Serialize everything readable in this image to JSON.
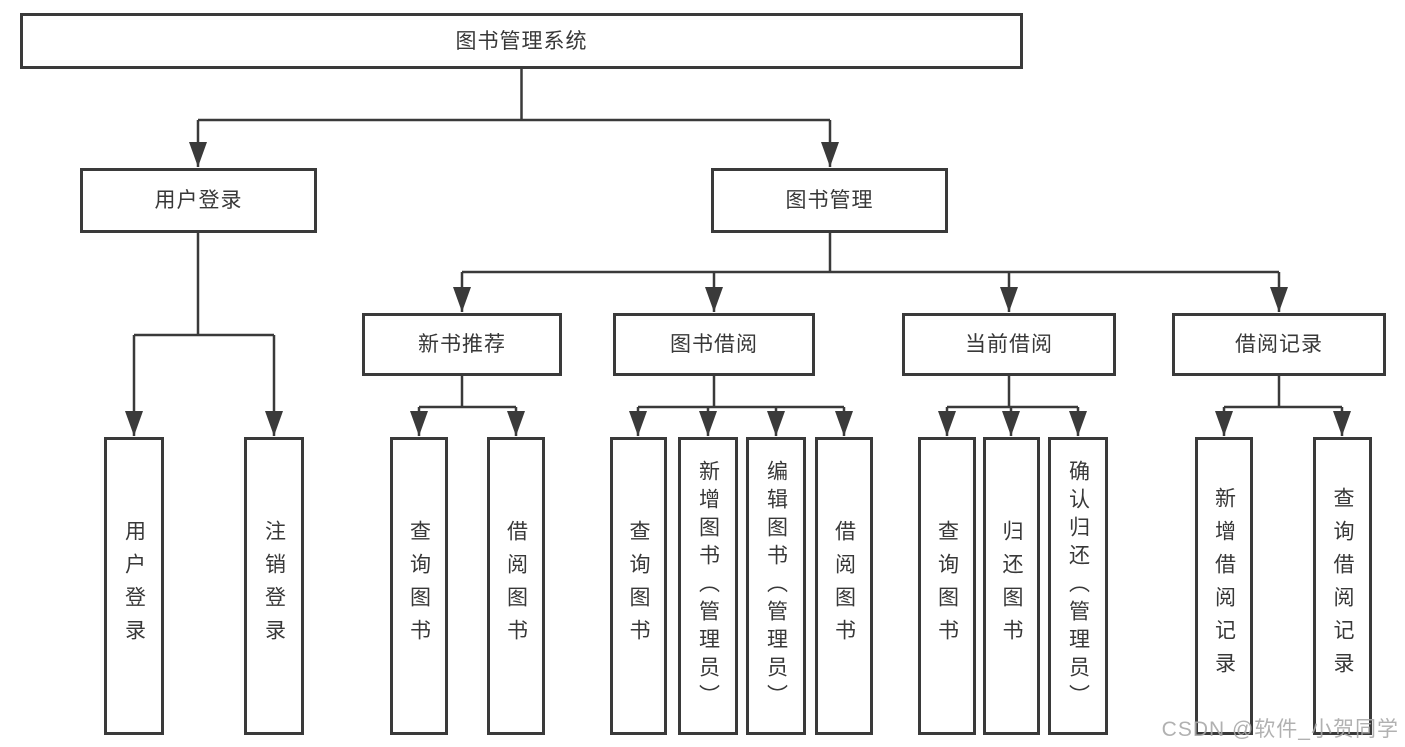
{
  "diagram": {
    "type": "tree",
    "colors": {
      "line": "#3a3a3a",
      "box_border": "#3a3a3a",
      "text": "#383838",
      "background": "#ffffff",
      "watermark": "#a8a8a8"
    }
  },
  "tree": {
    "root": {
      "label": "图书管理系统",
      "children": [
        {
          "label": "用户登录",
          "children": [
            {
              "label": "用户登录"
            },
            {
              "label": "注销登录"
            }
          ]
        },
        {
          "label": "图书管理",
          "children": [
            {
              "label": "新书推荐",
              "children": [
                {
                  "label": "查询图书"
                },
                {
                  "label": "借阅图书"
                }
              ]
            },
            {
              "label": "图书借阅",
              "children": [
                {
                  "label": "查询图书"
                },
                {
                  "label": "新增图书（管理员）"
                },
                {
                  "label": "编辑图书（管理员）"
                },
                {
                  "label": "借阅图书"
                }
              ]
            },
            {
              "label": "当前借阅",
              "children": [
                {
                  "label": "查询图书"
                },
                {
                  "label": "归还图书"
                },
                {
                  "label": "确认归还（管理员）"
                }
              ]
            },
            {
              "label": "借阅记录",
              "children": [
                {
                  "label": "新增借阅记录"
                },
                {
                  "label": "查询借阅记录"
                }
              ]
            }
          ]
        }
      ]
    }
  },
  "watermark": {
    "text": "CSDN @软件_小贺同学"
  }
}
